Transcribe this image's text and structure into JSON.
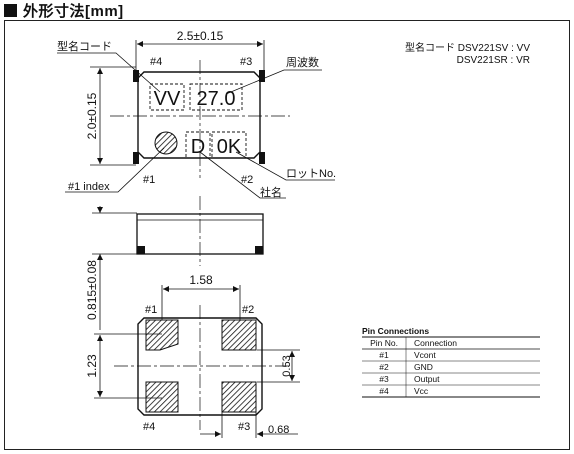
{
  "header": {
    "title": "外形寸法[mm]"
  },
  "top_view": {
    "width_dim": "2.5±0.15",
    "height_dim": "2.0±0.15",
    "label_model_code": "型名コード",
    "label_frequency": "周波数",
    "label_lot_no": "ロットNo.",
    "label_company": "社名",
    "label_index": "#1 index",
    "pin4": "#4",
    "pin3": "#3",
    "pin1": "#1",
    "pin2": "#2",
    "marking_model": "VV",
    "marking_freq": "27.0",
    "marking_d": "D",
    "marking_lot": "0K"
  },
  "model_codes": {
    "line1": "型名コード DSV221SV : VV",
    "line2": "DSV221SR : VR"
  },
  "side_view": {
    "thickness_dim": "0.815±0.08"
  },
  "bottom_view": {
    "pitch_x": "1.58",
    "pitch_y": "1.23",
    "pad_h": "0.53",
    "pad_w": "0.68",
    "pin1": "#1",
    "pin2": "#2",
    "pin3": "#3",
    "pin4": "#4"
  },
  "pin_table": {
    "title": "Pin Connections",
    "headers": [
      "Pin No.",
      "Connection"
    ],
    "rows": [
      [
        "#1",
        "Vcont"
      ],
      [
        "#2",
        "GND"
      ],
      [
        "#3",
        "Output"
      ],
      [
        "#4",
        "Vcc"
      ]
    ]
  }
}
